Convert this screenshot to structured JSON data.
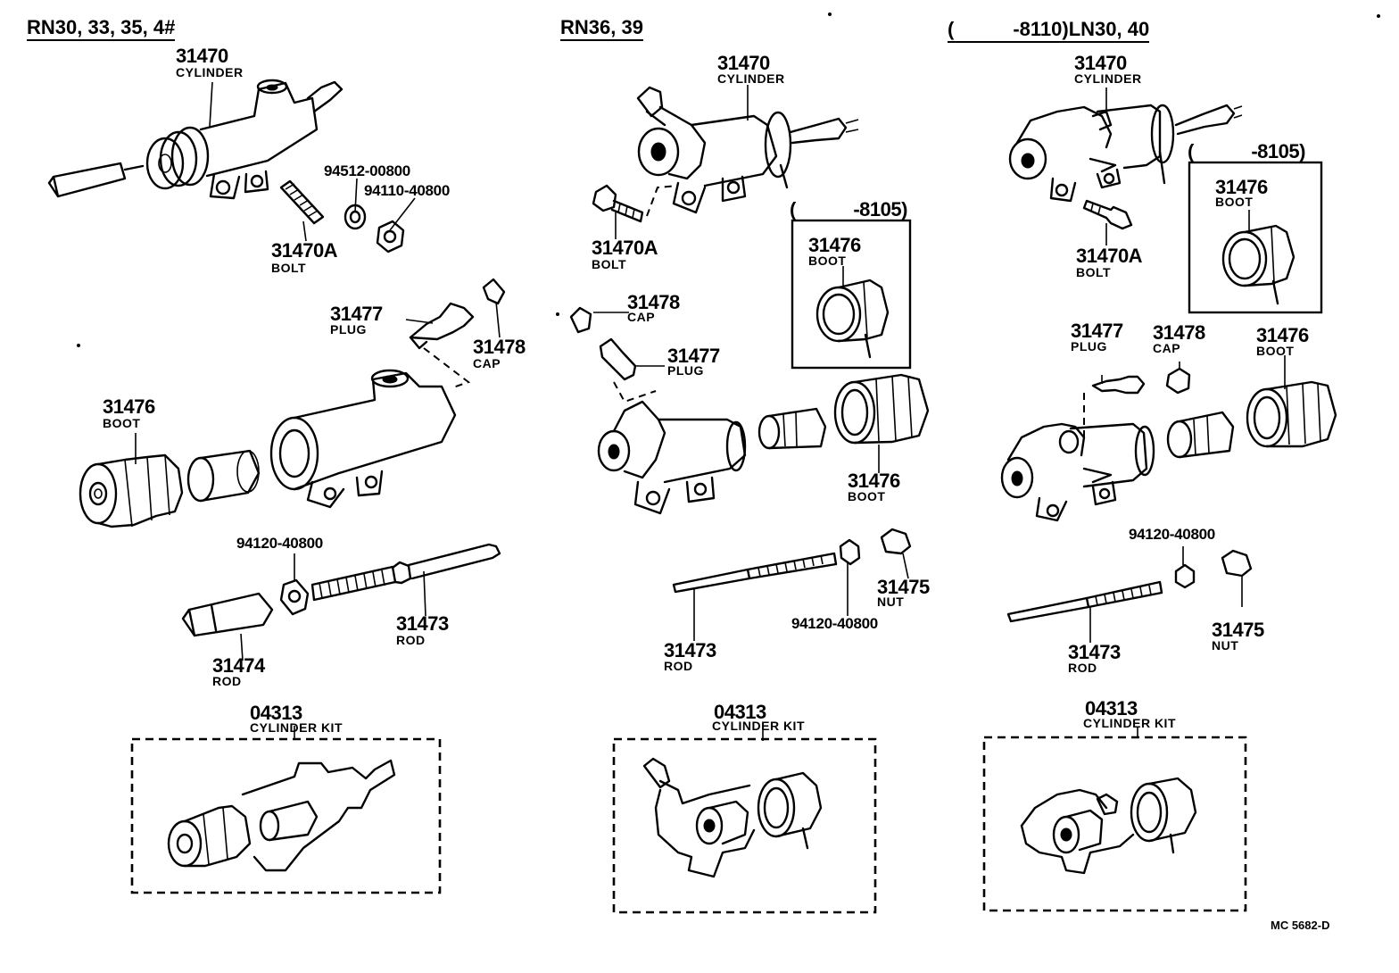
{
  "headers": {
    "col1": "RN30, 33, 35, 4#",
    "col2": "RN36, 39",
    "col3": "(　　　-8110)LN30, 40"
  },
  "sub_ranges": {
    "col2_boot": "(　　　-8105)",
    "col3_boot": "(　　　-8105)"
  },
  "col1": {
    "cylinder_no": "31470",
    "cylinder_name": "CYLINDER",
    "washer_no": "94512-00800",
    "nut1_no": "94110-40800",
    "bolt_no": "31470A",
    "bolt_name": "BOLT",
    "plug_no": "31477",
    "plug_name": "PLUG",
    "cap_no": "31478",
    "cap_name": "CAP",
    "boot_no": "31476",
    "boot_name": "BOOT",
    "nut2_no": "94120-40800",
    "rod_no": "31473",
    "rod_name": "ROD",
    "rod2_no": "31474",
    "rod2_name": "ROD",
    "kit_no": "04313",
    "kit_name": "CYLINDER KIT"
  },
  "col2": {
    "cylinder_no": "31470",
    "cylinder_name": "CYLINDER",
    "bolt_no": "31470A",
    "bolt_name": "BOLT",
    "cap_no": "31478",
    "cap_name": "CAP",
    "plug_no": "31477",
    "plug_name": "PLUG",
    "boot_a_no": "31476",
    "boot_a_name": "BOOT",
    "boot_b_no": "31476",
    "boot_b_name": "BOOT",
    "nut_no": "31475",
    "nut_name": "NUT",
    "nut2_no": "94120-40800",
    "rod_no": "31473",
    "rod_name": "ROD",
    "kit_no": "04313",
    "kit_name": "CYLINDER KIT"
  },
  "col3": {
    "cylinder_no": "31470",
    "cylinder_name": "CYLINDER",
    "boot_a_no": "31476",
    "boot_a_name": "BOOT",
    "bolt_no": "31470A",
    "bolt_name": "BOLT",
    "plug_no": "31477",
    "plug_name": "PLUG",
    "cap_no": "31478",
    "cap_name": "CAP",
    "boot_b_no": "31476",
    "boot_b_name": "BOOT",
    "nut2_no": "94120-40800",
    "nut_no": "31475",
    "nut_name": "NUT",
    "rod_no": "31473",
    "rod_name": "ROD",
    "kit_no": "04313",
    "kit_name": "CYLINDER KIT"
  },
  "figure_code": "MC 5682-D"
}
